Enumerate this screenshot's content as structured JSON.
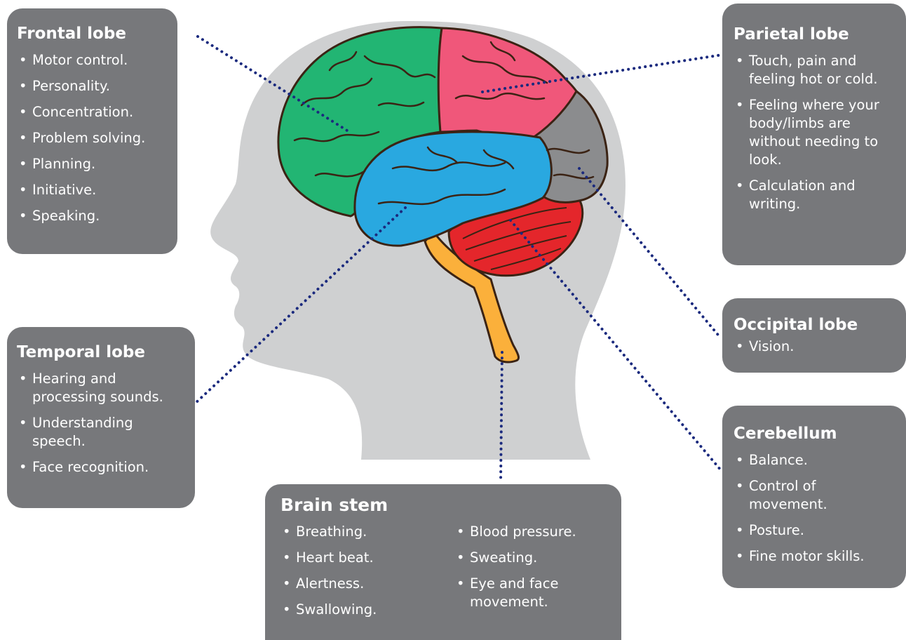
{
  "colors": {
    "head": "#cfd0d1",
    "box": "#77787b",
    "frontal": "#22b573",
    "parietal": "#f0577a",
    "temporal": "#29a8e0",
    "occipital": "#8b8c8e",
    "cerebellum": "#e4262b",
    "brainstem": "#fbb03b",
    "dots": "#1b2a7e"
  },
  "icons": [
    "human-head-silhouette",
    "brain-illustration"
  ],
  "labels": {
    "frontal": {
      "title": "Frontal lobe",
      "items": [
        "Motor control.",
        "Personality.",
        "Concentration.",
        "Problem solving.",
        "Planning.",
        "Initiative.",
        "Speaking."
      ]
    },
    "parietal": {
      "title": "Parietal lobe",
      "items": [
        "Touch, pain and feeling hot or cold.",
        "Feeling where your body/limbs are without needing to look.",
        "Calculation and writing."
      ]
    },
    "occipital": {
      "title": "Occipital lobe",
      "items": [
        "Vision."
      ]
    },
    "temporal": {
      "title": "Temporal lobe",
      "items": [
        "Hearing and processing sounds.",
        "Understanding speech.",
        "Face recognition."
      ]
    },
    "cerebellum": {
      "title": "Cerebellum",
      "items": [
        "Balance.",
        "Control of movement.",
        "Posture.",
        "Fine motor skills."
      ]
    },
    "brainstem": {
      "title": "Brain stem",
      "items_col1": [
        "Breathing.",
        "Heart beat.",
        "Alertness.",
        "Swallowing."
      ],
      "items_col2": [
        "Blood pressure.",
        "Sweating.",
        "Eye and face movement."
      ]
    }
  }
}
